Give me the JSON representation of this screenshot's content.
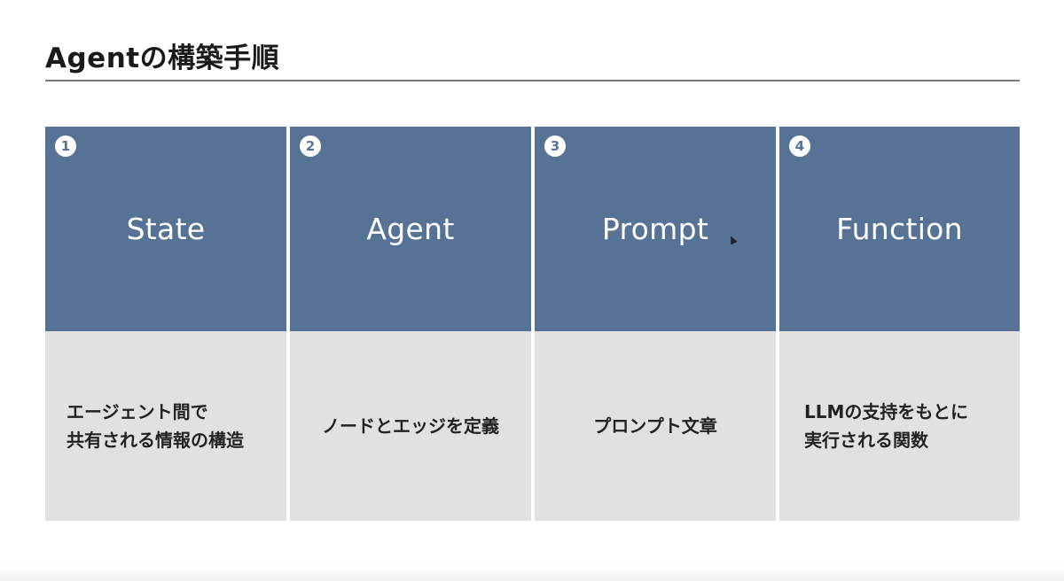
{
  "slide": {
    "title": "Agentの構築手順"
  },
  "cards": [
    {
      "number": "1",
      "title": "State",
      "description": "エージェント間で\n共有される情報の構造"
    },
    {
      "number": "2",
      "title": "Agent",
      "description": "ノードとエッジを定義"
    },
    {
      "number": "3",
      "title": "Prompt",
      "description": "プロンプト文章"
    },
    {
      "number": "4",
      "title": "Function",
      "description": "LLMの支持をもとに\n実行される関数"
    }
  ],
  "colors": {
    "header_blue": "#567396",
    "body_gray": "#e1e1e1",
    "title_text": "#1a1a1a",
    "rule": "#7a7a7a"
  },
  "icons": {
    "cursor": "mouse-pointer-icon"
  }
}
